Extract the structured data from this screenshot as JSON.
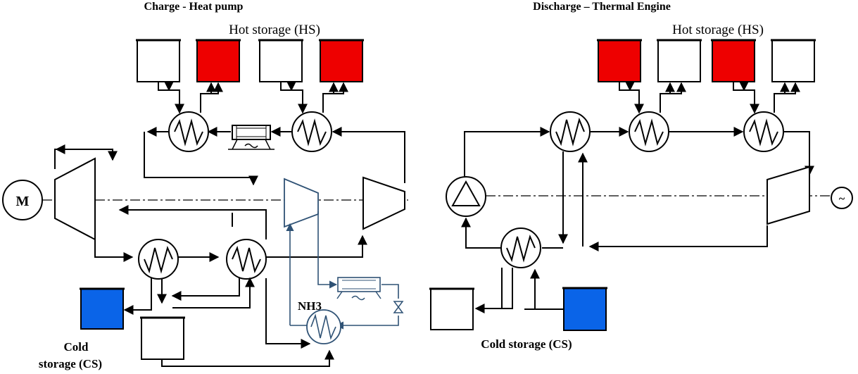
{
  "titles": {
    "charge": "Charge - Heat pump",
    "discharge": "Discharge – Thermal Engine"
  },
  "labels": {
    "hot_storage_left": "Hot storage (HS)",
    "hot_storage_right": "Hot storage (HS)",
    "cold_storage_left_line1": "Cold",
    "cold_storage_left_line2": "storage (CS)",
    "cold_storage_right": "Cold storage (CS)",
    "nh3": "NH3",
    "motor": "M",
    "generator": "~"
  },
  "colors": {
    "hot": "#ee0000",
    "cold": "#0a64e8",
    "nh3_circuit": "#2f5275",
    "line": "#000000"
  }
}
